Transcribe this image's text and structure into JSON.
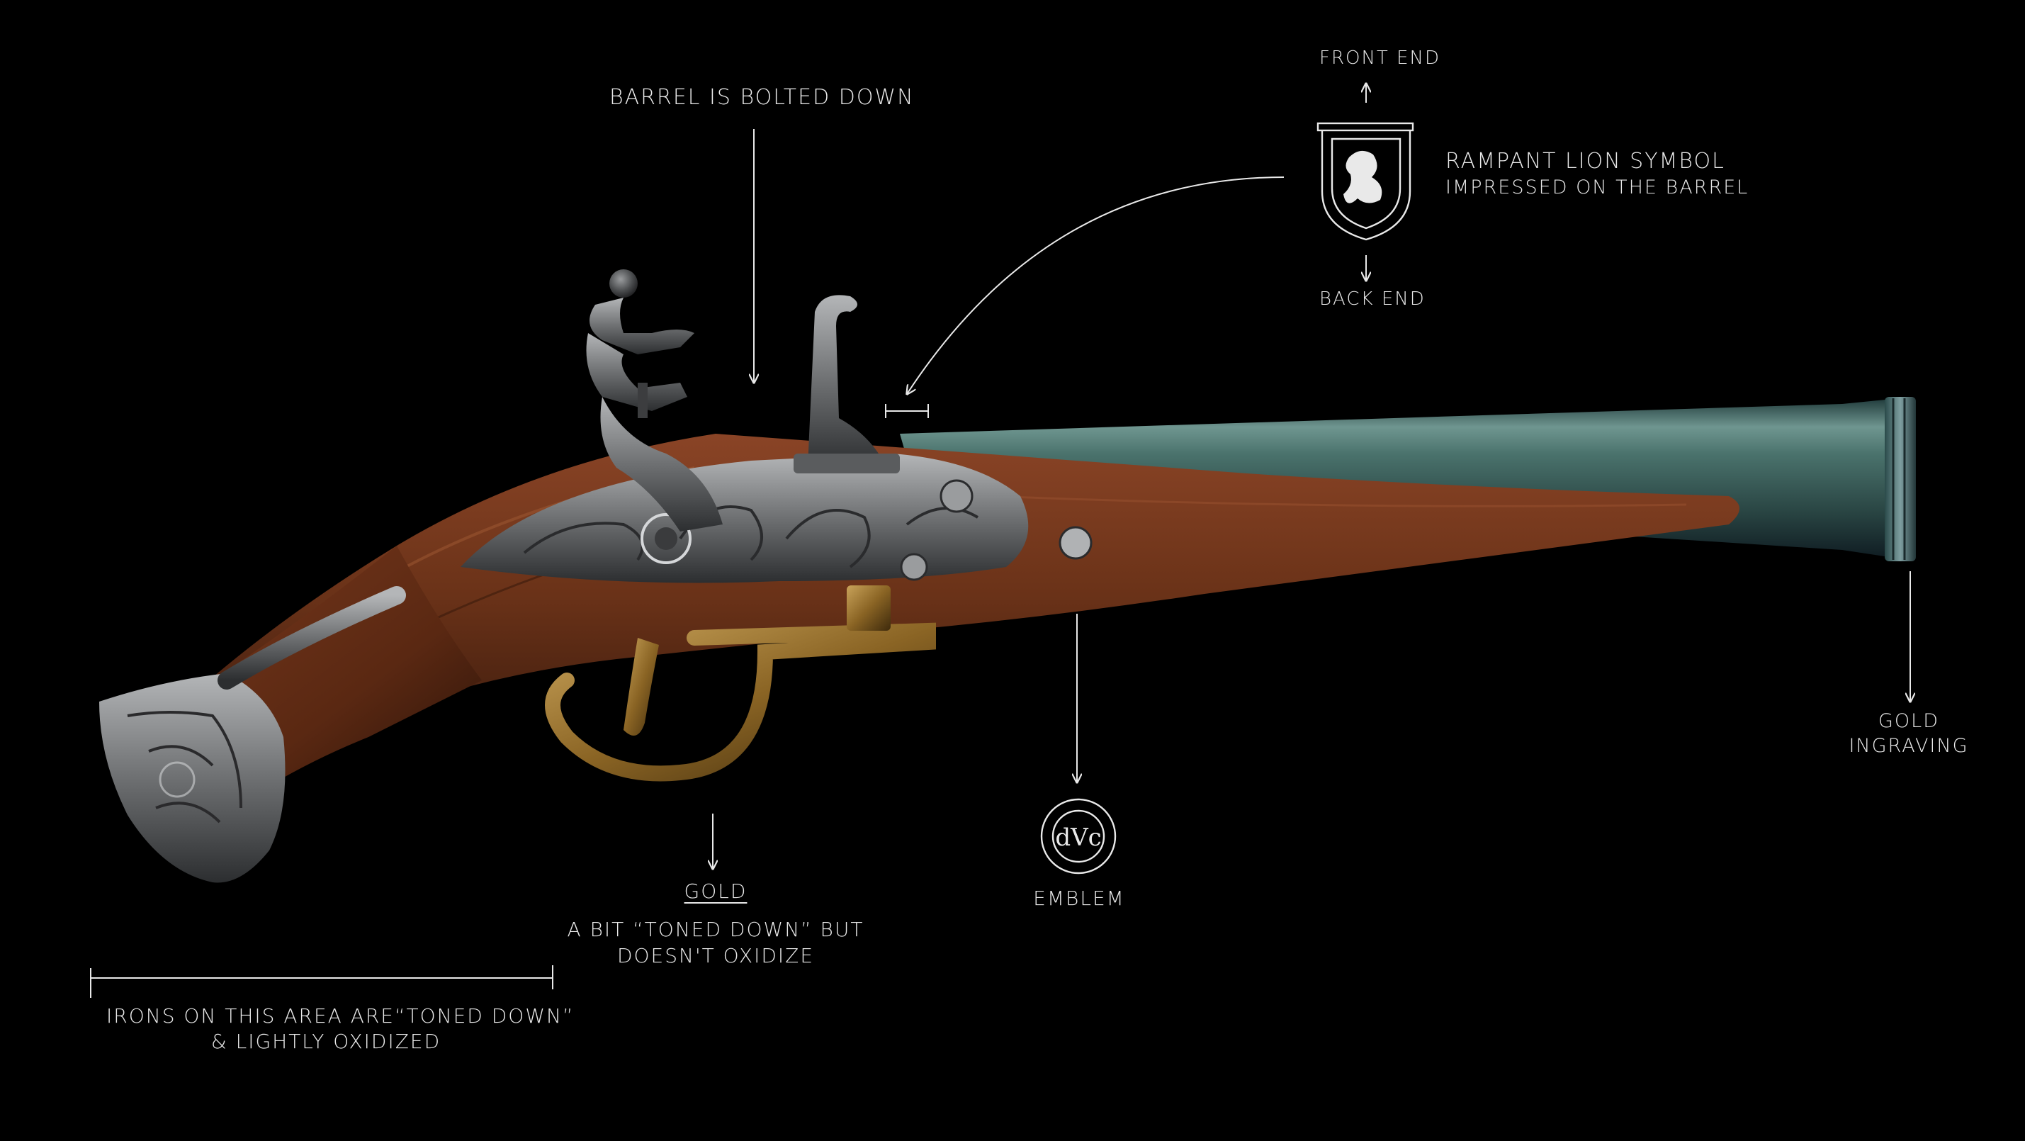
{
  "annotations": {
    "barrel_bolted": "BARREL IS BOLTED DOWN",
    "front_end": "FRONT END",
    "back_end": "BACK END",
    "lion_line1": "RAMPANT LION SYMBOL",
    "lion_line2": "IMPRESSED ON THE BARREL",
    "gold_engraving_line1": "GOLD",
    "gold_engraving_line2": "INGRAVING",
    "emblem_label": "EMBLEM",
    "emblem_monogram": "dVc",
    "gold_title": "GOLD",
    "gold_line1": "A BIT “TONED DOWN” BUT",
    "gold_line2": "DOESN'T OXIDIZE",
    "irons_line1": "IRONS ON THIS AREA ARE“TONED DOWN”",
    "irons_line2": "& LIGHTLY OXIDIZED"
  },
  "colors": {
    "background": "#000000",
    "ink": "#e9e9e9",
    "wood": "#6e3418",
    "barrel": "#3e6a66",
    "silver": "#8a8c8e",
    "brass": "#8c6a2a"
  }
}
